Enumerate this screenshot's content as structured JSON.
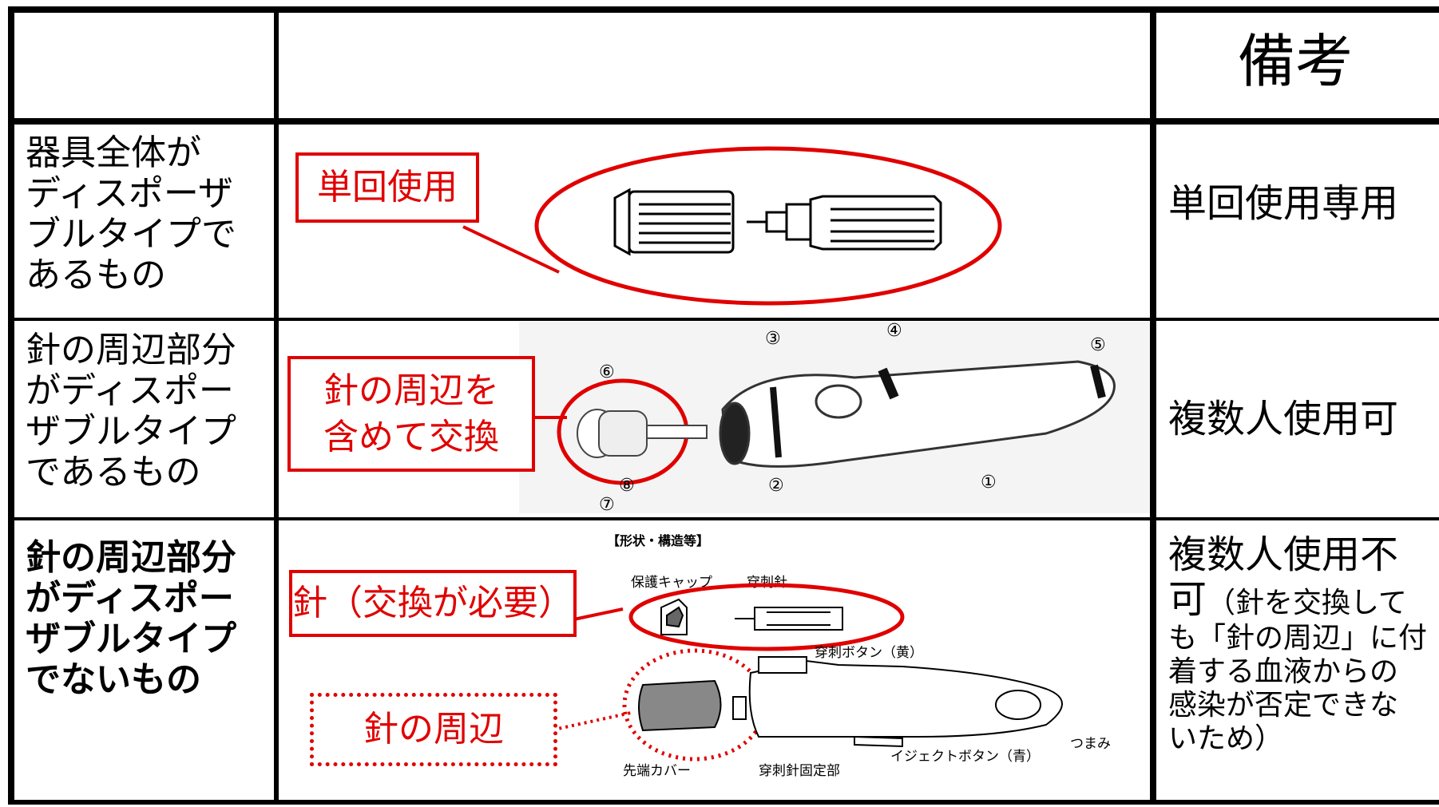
{
  "header": {
    "col3_title": "備考"
  },
  "rows": [
    {
      "label_lines": [
        "器具全体が",
        "ディスポーザ",
        "ブルタイプで",
        "あるもの"
      ],
      "callout": "単回使用",
      "remark": "単回使用専用"
    },
    {
      "label_lines": [
        "針の周辺部分",
        "がディスポー",
        "ザブルタイプ",
        "であるもの"
      ],
      "callout_lines": [
        "針の周辺を",
        "含めて交換"
      ],
      "remark": "複数人使用可",
      "part_numbers": [
        "①",
        "②",
        "③",
        "④",
        "⑤",
        "⑥",
        "⑦",
        "⑧"
      ]
    },
    {
      "label_lines": [
        "針の周辺部分",
        "がディスポー",
        "ザブルタイプ",
        "でないもの"
      ],
      "callout_needle": "針（交換が必要）",
      "callout_periphery": "針の周辺",
      "remark_big_lines": [
        "複数人使用不",
        "可"
      ],
      "remark_small_first": "（針を交換して",
      "remark_small_lines": [
        "も「針の周辺」に付",
        "着する血液からの",
        "感染が否定できな",
        "いため）"
      ],
      "diagram": {
        "heading": "【形状・構造等】",
        "protective_cap": "保護キャップ",
        "lancet": "穿刺針",
        "puncture_button": "穿刺ボタン（黄）",
        "tip_cover": "先端カバー",
        "lancet_holder": "穿刺針固定部",
        "eject_button": "イジェクトボタン（青）",
        "knob": "つまみ"
      }
    }
  ],
  "colors": {
    "accent_red": "#e00000",
    "border": "#000000"
  }
}
